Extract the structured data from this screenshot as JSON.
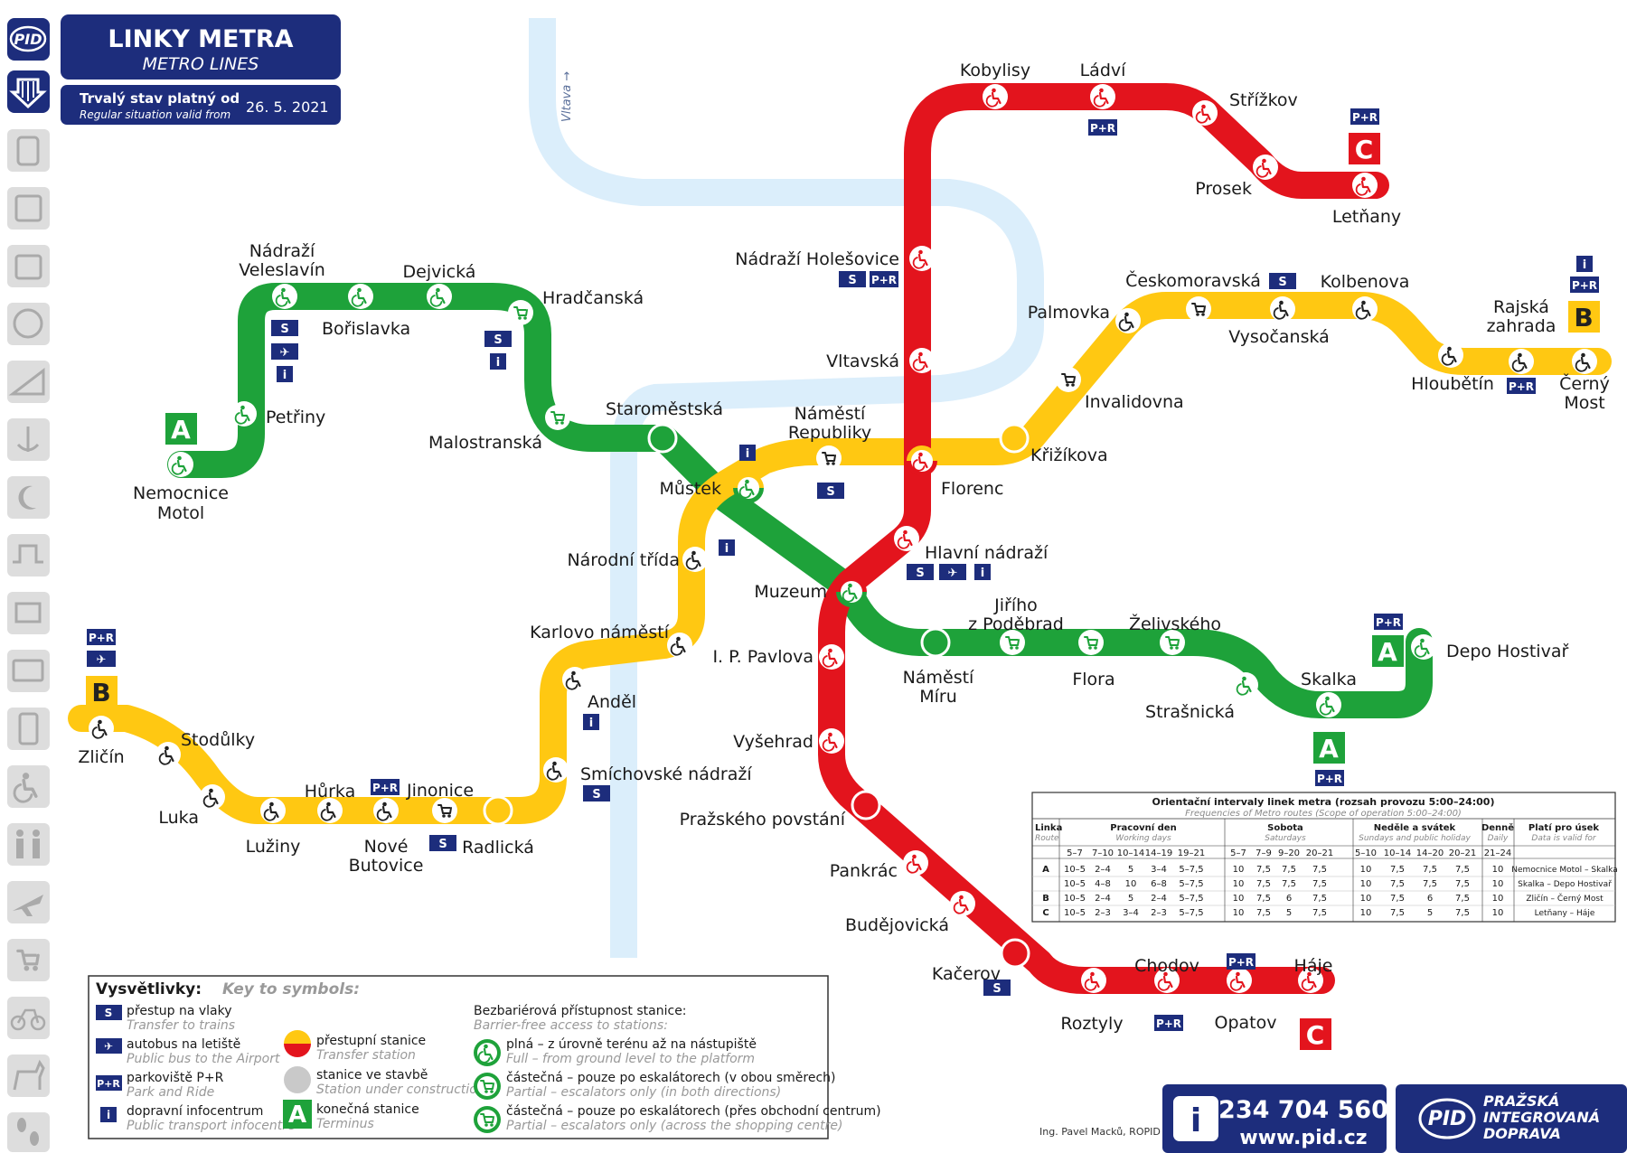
{
  "header": {
    "title": "LINKY METRA",
    "subtitle": "METRO LINES",
    "valid_cz": "Trvalý stav platný od",
    "valid_en": "Regular situation valid from",
    "valid_date": "26. 5. 2021"
  },
  "sidebar": {
    "items": [
      "pid-logo",
      "metro-icon",
      "tram-icon",
      "bus-icon",
      "trolleybus-icon",
      "train-icon",
      "funicular-icon",
      "ferry-icon",
      "night-icon",
      "detour-icon",
      "ticket-icon",
      "card-icon",
      "mobile-icon",
      "wheelchair-icon",
      "family-icon",
      "plane-icon",
      "stroller-icon",
      "bike-icon",
      "dog-icon",
      "walk-icon"
    ]
  },
  "river": {
    "label": "Vltava →"
  },
  "colors": {
    "lineA": "#1ea23a",
    "lineB": "#ffc812",
    "lineC": "#e3141d",
    "navy": "#1d2d7c",
    "river": "#dbeefb"
  },
  "badges": {
    "train": "S",
    "airport": "✈",
    "park": "P+R",
    "info": "i",
    "A": "A",
    "B": "B",
    "C": "C"
  },
  "stations": {
    "nemocnice_motol": [
      "Nemocnice",
      "Motol"
    ],
    "petriny": "Petřiny",
    "nadrazi_veleslavin": [
      "Nádraží",
      "Veleslavín"
    ],
    "borislavka": "Bořislavka",
    "dejvicka": "Dejvická",
    "hradcanska": "Hradčanská",
    "malostranska": "Malostranská",
    "staromestska": "Staroměstská",
    "mustek": "Můstek",
    "muzeum": "Muzeum",
    "namesti_miru": [
      "Náměstí",
      "Míru"
    ],
    "jiriho": [
      "Jiřího",
      "z Poděbrad"
    ],
    "flora": "Flora",
    "zelivskeho": "Želivského",
    "strasnicka": "Strašnická",
    "skalka": "Skalka",
    "depo_hostivar": "Depo Hostivař",
    "zlicin": "Zličín",
    "stodulky": "Stodůlky",
    "luka": "Luka",
    "luziny": "Lužiny",
    "hurka": "Hůrka",
    "nove_butovice": [
      "Nové",
      "Butovice"
    ],
    "jinonice": "Jinonice",
    "radlicka": "Radlická",
    "smichovske": "Smíchovské nádraží",
    "andel": "Anděl",
    "karlovo": "Karlovo náměstí",
    "narodni": "Národní třída",
    "namesti_republiky": [
      "Náměstí",
      "Republiky"
    ],
    "florenc": "Florenc",
    "krizikova": "Křižíkova",
    "invalidovna": "Invalidovna",
    "palmovka": "Palmovka",
    "ceskomoravska": "Českomoravská",
    "vysocanska": "Vysočanská",
    "kolbenova": "Kolbenova",
    "hloubetin": "Hloubětín",
    "rajska": [
      "Rajská",
      "zahrada"
    ],
    "cerny_most": [
      "Černý",
      "Most"
    ],
    "letnany": "Letňany",
    "prosek": "Prosek",
    "strizkov": "Střížkov",
    "ladvi": "Ládví",
    "kobylisy": "Kobylisy",
    "holesovice": "Nádraží Holešovice",
    "vltavska": "Vltavská",
    "hlavni": "Hlavní nádraží",
    "pavlova": "I. P. Pavlova",
    "vysehrad": "Vyšehrad",
    "prazskeho": "Pražského povstání",
    "pankrac": "Pankrác",
    "budejovicka": "Budějovická",
    "kacerov": "Kačerov",
    "roztyly": "Roztyly",
    "chodov": "Chodov",
    "opatov": "Opatov",
    "haje": "Háje"
  },
  "legend": {
    "title_cz": "Vysvětlivky:",
    "title_en": "Key to symbols:",
    "train_cz": "přestup na vlaky",
    "train_en": "Transfer to trains",
    "airport_cz": "autobus na letiště",
    "airport_en": "Public bus to the Airport",
    "park_cz": "parkoviště P+R",
    "park_en": "Park and Ride",
    "info_cz": "dopravní infocentrum",
    "info_en": "Public transport infocentre",
    "transfer_cz": "přestupní stanice",
    "transfer_en": "Transfer station",
    "construction_cz": "stanice ve stavbě",
    "construction_en": "Station under construction",
    "terminus_cz": "konečná stanice",
    "terminus_en": "Terminus",
    "access_cz": "Bezbariérová přístupnost stanice:",
    "access_en": "Barrier-free access to stations:",
    "full_cz": "plná – z úrovně terénu až na nástupiště",
    "full_en": "Full – from ground level to the platform",
    "partial1_cz": "částečná – pouze po eskalátorech (v obou směrech)",
    "partial1_en": "Partial – escalators only (in both directions)",
    "partial2_cz": "částečná – pouze po eskalátorech (přes obchodní centrum)",
    "partial2_en": "Partial – escalators only (across the shopping centre)"
  },
  "freq_table": {
    "title_cz": "Orientační intervaly linek metra (rozsah provozu 5:00–24:00)",
    "title_en": "Frequencies of Metro routes (Scope of operation 5:00–24:00)",
    "col_line_cz": "Linka",
    "col_line_en": "Route",
    "work_cz": "Pracovní den",
    "work_en": "Working days",
    "sat_cz": "Sobota",
    "sat_en": "Saturdays",
    "sun_cz": "Neděle a svátek",
    "sun_en": "Sundays and public holiday",
    "daily_cz": "Denně",
    "daily_en": "Daily",
    "valid_cz": "Platí pro úsek",
    "valid_en": "Data is valid for",
    "times": [
      "5–7",
      "7–10",
      "10–14",
      "14–19",
      "19–21",
      "5–7",
      "7–9",
      "9–20",
      "20–21",
      "5–10",
      "10–14",
      "14–20",
      "20–21",
      "21–24"
    ],
    "rows": [
      {
        "line": "A",
        "vals": [
          "10–5",
          "2–4",
          "5",
          "3–4",
          "5–7,5",
          "10",
          "7,5",
          "7,5",
          "7,5",
          "10",
          "7,5",
          "7,5",
          "7,5",
          "10"
        ],
        "section": "Nemocnice Motol – Skalka"
      },
      {
        "line": "",
        "vals": [
          "10–5",
          "4–8",
          "10",
          "6–8",
          "5–7,5",
          "10",
          "7,5",
          "7,5",
          "7,5",
          "10",
          "7,5",
          "7,5",
          "7,5",
          "10"
        ],
        "section": "Skalka – Depo Hostivař"
      },
      {
        "line": "B",
        "vals": [
          "10–5",
          "2–4",
          "5",
          "2–4",
          "5–7,5",
          "10",
          "7,5",
          "6",
          "7,5",
          "10",
          "7,5",
          "6",
          "7,5",
          "10"
        ],
        "section": "Zličín – Černý Most"
      },
      {
        "line": "C",
        "vals": [
          "10–5",
          "2–3",
          "3–4",
          "2–3",
          "5–7,5",
          "10",
          "7,5",
          "5",
          "7,5",
          "10",
          "7,5",
          "5",
          "7,5",
          "10"
        ],
        "section": "Letňany – Háje"
      }
    ]
  },
  "footer": {
    "author": "Ing. Pavel Macků, ROPID",
    "phone": "234 704 560",
    "web": "www.pid.cz",
    "brand_line1": "PRAŽSKÁ",
    "brand_line2": "INTEGROVANÁ",
    "brand_line3": "DOPRAVA",
    "pid": "PID"
  }
}
